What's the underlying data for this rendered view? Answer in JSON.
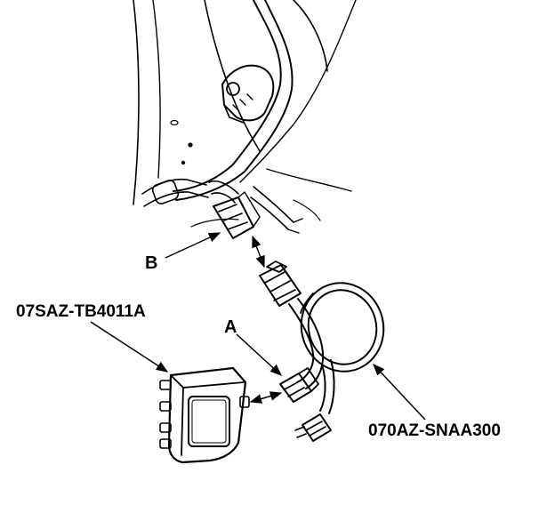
{
  "labels": {
    "tester_part": "07SAZ-TB4011A",
    "harness_part": "070AZ-SNAA300",
    "connector_a": "A",
    "connector_b": "B"
  },
  "colors": {
    "line": "#000000",
    "background": "#ffffff"
  }
}
